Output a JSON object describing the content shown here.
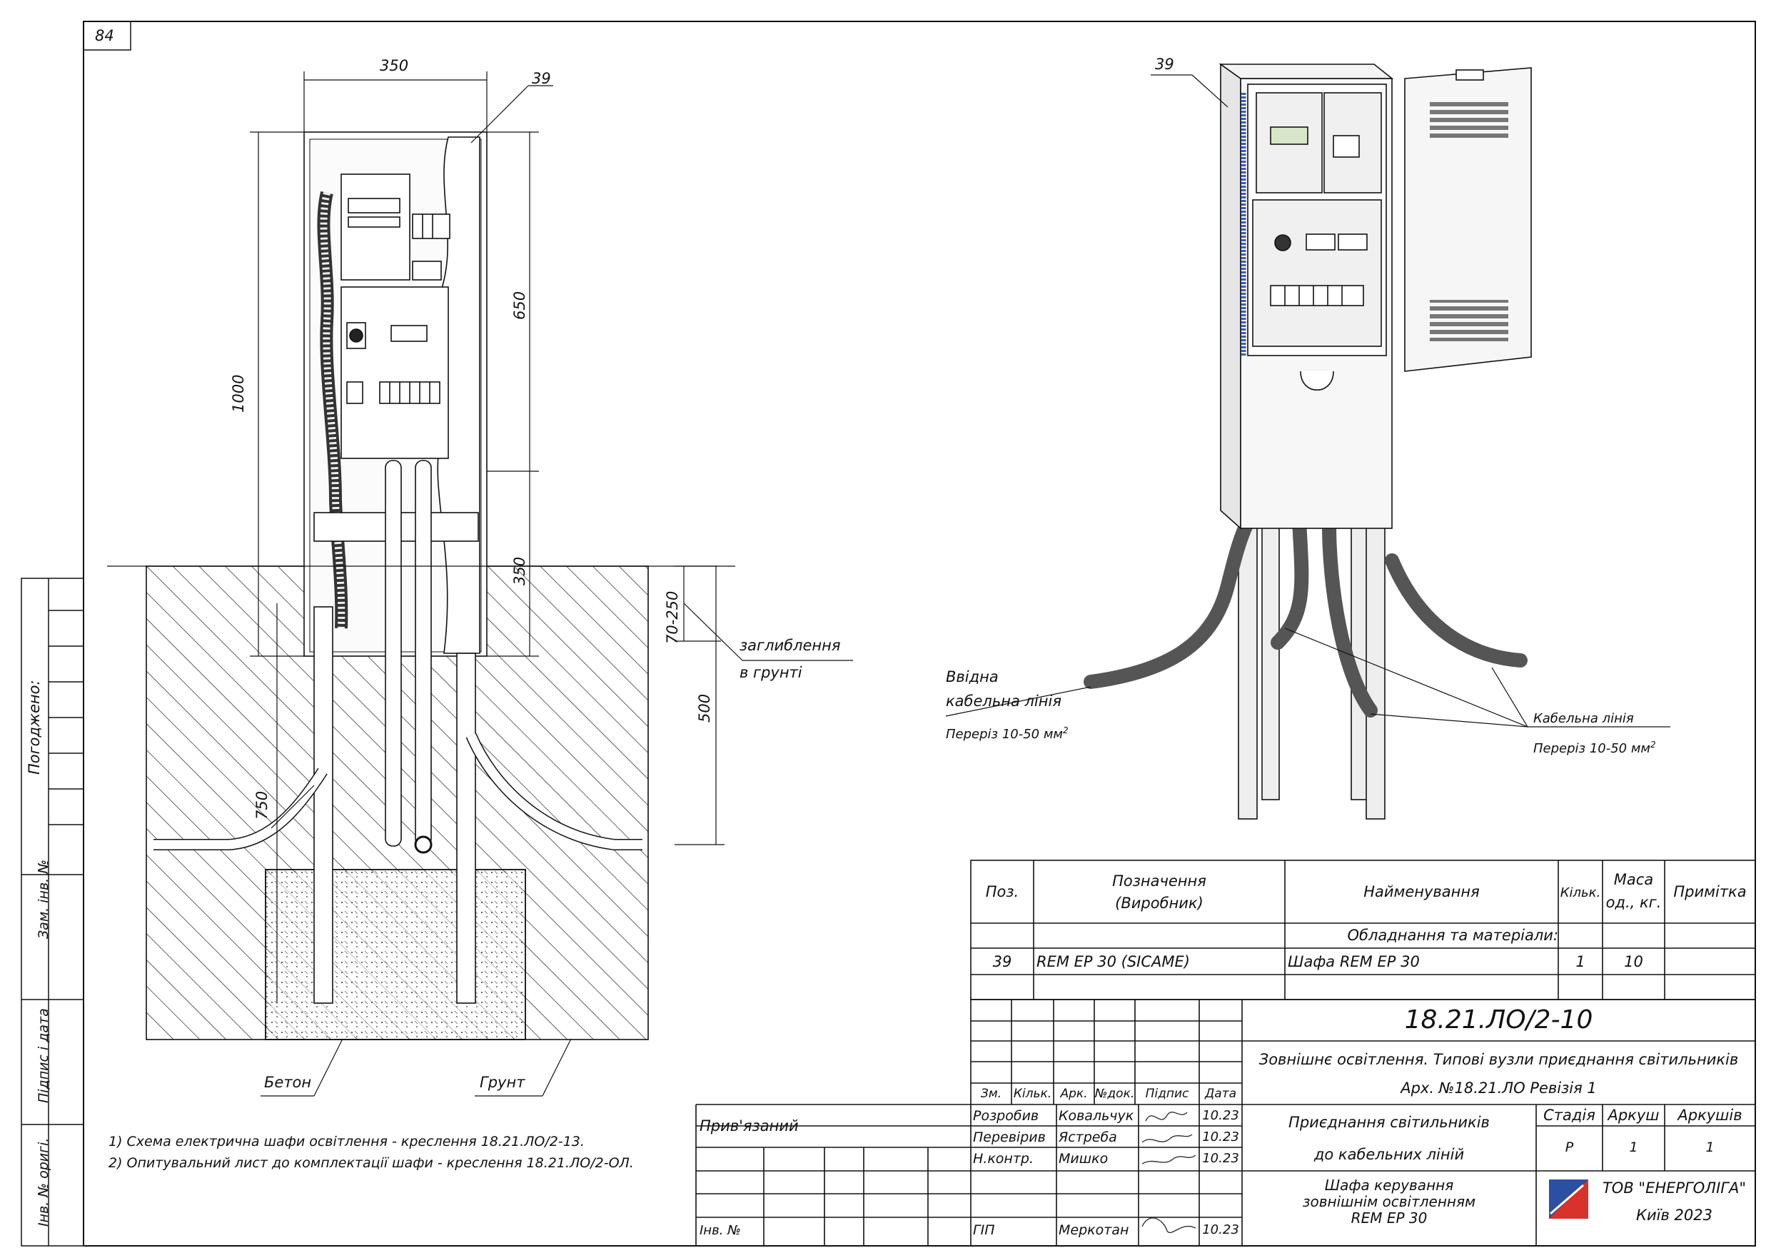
{
  "sheet": {
    "page_number": "84",
    "side_labels": {
      "agreed": "Погоджено:",
      "replace_inv": "Зам. інв. №",
      "signature_date": "Підпис і дата",
      "inv_orig": "Інв. № оригі."
    }
  },
  "left_view": {
    "dim_350_top": "350",
    "dim_1000": "1000",
    "dim_650": "650",
    "dim_350_side": "350",
    "dim_70_250": "70-250",
    "dim_500": "500",
    "dim_750": "750",
    "pos_39": "39",
    "burial_line1": "заглиблення",
    "burial_line2": "в грунті",
    "concrete": "Бетон",
    "soil": "Грунт"
  },
  "right_view": {
    "pos_39": "39",
    "input_line1": "Ввідна",
    "input_line2": "кабельна лінія",
    "input_section": "Переріз 10-50 мм",
    "input_section_sup": "2",
    "cable_line": "Кабельна лінія",
    "cable_section": "Переріз 10-50 мм",
    "cable_section_sup": "2"
  },
  "notes": [
    "1) Схема електрична шафи освітлення - креслення 18.21.ЛО/2-13.",
    "2) Опитувальний лист до комплектації шафи - креслення 18.21.ЛО/2-ОЛ."
  ],
  "spec_table": {
    "headers": {
      "pos": "Поз.",
      "designation_1": "Позначення",
      "designation_2": "(Виробник)",
      "name": "Найменування",
      "qty": "Кільк.",
      "mass_1": "Маса",
      "mass_2": "од., кг.",
      "note": "Примітка"
    },
    "section_title": "Обладнання та матеріали:",
    "rows": [
      {
        "pos": "39",
        "designation": "REM EP 30  (SICAME)",
        "name": "Шафа REM EP 30",
        "qty": "1",
        "mass": "10",
        "note": ""
      }
    ]
  },
  "title_block": {
    "code": "18.21.ЛО/2-10",
    "project": "Зовнішнє освітлення. Типові вузли приєднання світильників",
    "archive": "Арх. №18.21.ЛО Ревізія 1",
    "sheet_title_1": "Приєднання світильників",
    "sheet_title_2": "до кабельних ліній",
    "item_1": "Шафа керування",
    "item_2": "зовнішнім освітленням",
    "item_3": "REM EP 30",
    "stage_h": "Стадія",
    "sheet_h": "Аркуш",
    "sheets_h": "Аркушів",
    "stage": "Р",
    "sheet": "1",
    "sheets": "1",
    "company": "ТОВ \"ЕНЕРГОЛІГА\"",
    "city_year": "Київ 2023",
    "bound": "Прив'язаний",
    "inv_no": "Інв. №",
    "col_headers": [
      "Зм.",
      "Кільк.",
      "Арк.",
      "№док.",
      "Підпис",
      "Дата"
    ],
    "staff": [
      {
        "role": "Розробив",
        "name": "Ковальчук",
        "date": "10.23"
      },
      {
        "role": "Перевірив",
        "name": "Ястреба",
        "date": "10.23"
      },
      {
        "role": "Н.контр.",
        "name": "Мишко",
        "date": "10.23"
      },
      {
        "role": "ГІП",
        "name": "Меркотан",
        "date": "10.23"
      }
    ]
  },
  "colors": {
    "line": "#111111",
    "cable": "#555555",
    "cabinet": "#f2f2f2",
    "concrete": "#e8e8e8",
    "logo_blue": "#2b4fa3",
    "logo_red": "#d9322b"
  }
}
